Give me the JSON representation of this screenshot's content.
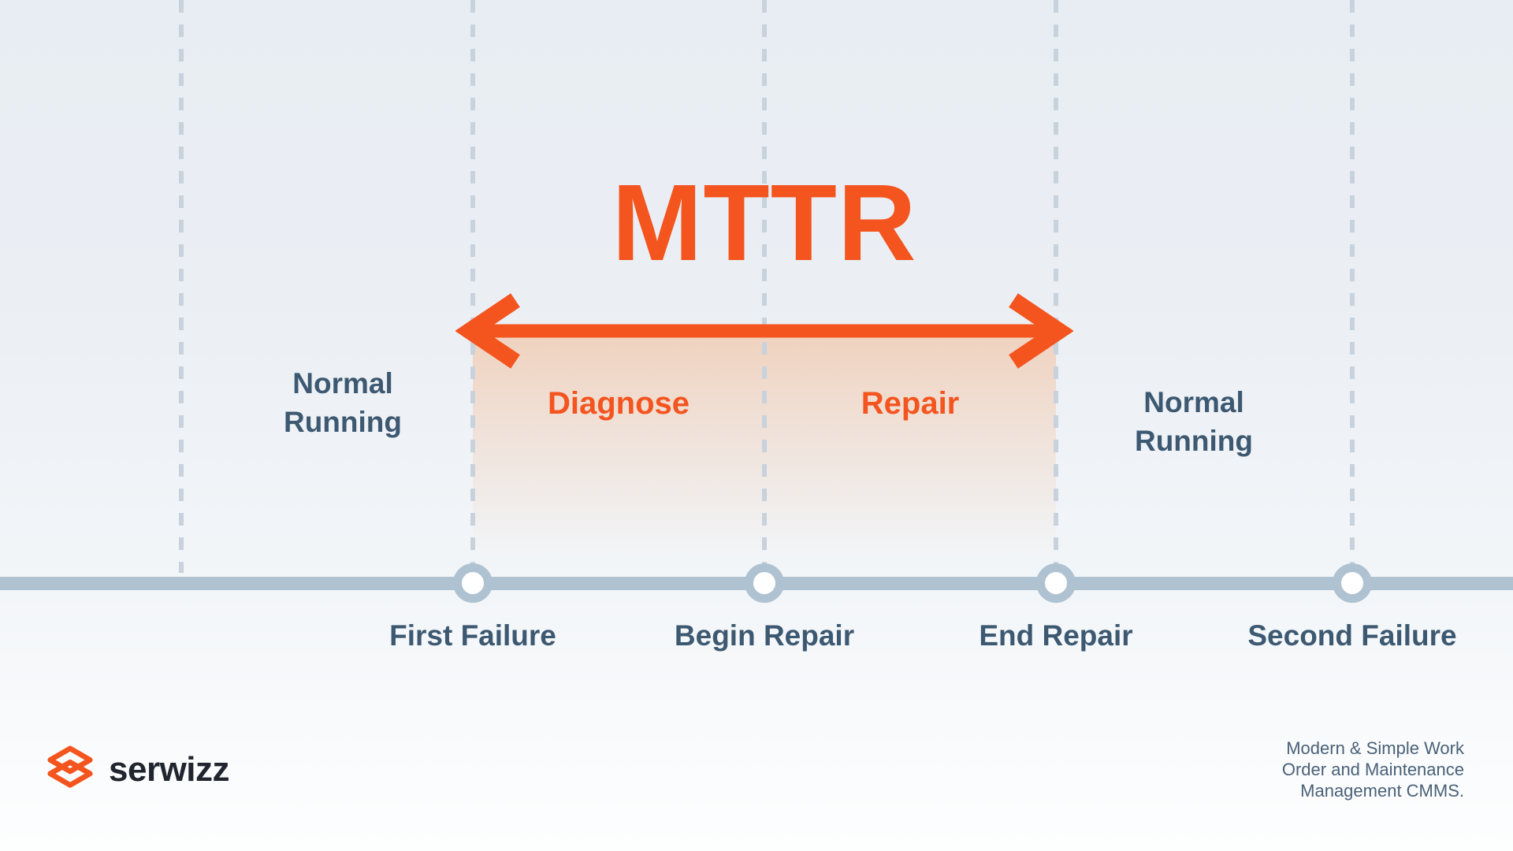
{
  "colors": {
    "accent_orange": "#F4541E",
    "slate_text": "#3D5971",
    "timeline_gray_blue": "#AFC2D2",
    "dashed_line": "#C8D2DD",
    "zone_peach": "rgba(247,148,78,0.33)",
    "logo_text": "#20252F",
    "background_top": "#E8EDF3",
    "background_bottom": "#FDFEFE"
  },
  "diagram": {
    "title": "MTTR",
    "phases": {
      "normal_left": {
        "line1": "Normal",
        "line2": "Running"
      },
      "diagnose": {
        "label": "Diagnose"
      },
      "repair": {
        "label": "Repair"
      },
      "normal_right": {
        "line1": "Normal",
        "line2": "Running"
      }
    },
    "timeline": {
      "points": [
        {
          "label": "First Failure"
        },
        {
          "label": "Begin Repair"
        },
        {
          "label": "End Repair"
        },
        {
          "label": "Second Failure"
        }
      ]
    }
  },
  "footer": {
    "brand": "serwizz",
    "tagline": {
      "line1": "Modern & Simple Work",
      "line2": "Order and Maintenance",
      "line3": "Management CMMS."
    }
  },
  "icons": {
    "logo": "layers-icon",
    "arrow": "double-headed-arrow-icon"
  }
}
